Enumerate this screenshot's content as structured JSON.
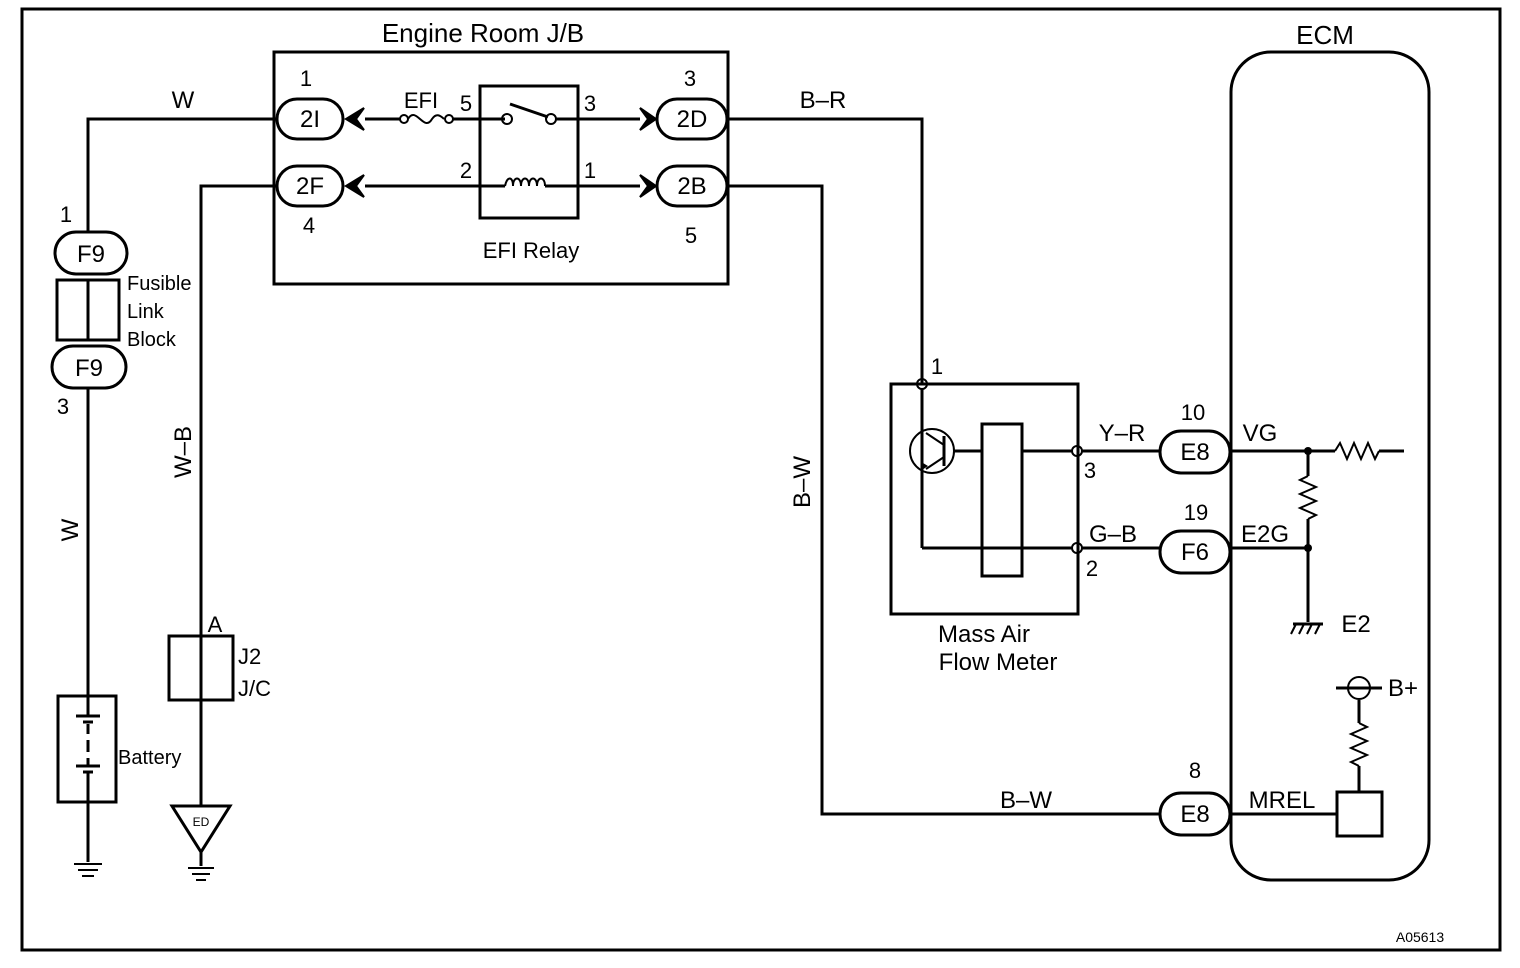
{
  "labels": {
    "engine_room_jb": "Engine Room J/B",
    "ecm": "ECM",
    "efi_relay": "EFI Relay",
    "efi_fuse": "EFI",
    "fusible_link_block": [
      "Fusible",
      "Link",
      "Block"
    ],
    "battery": "Battery",
    "mass_air_flow_meter": [
      "Mass Air",
      "Flow Meter"
    ],
    "jc": [
      "J2",
      "J/C"
    ],
    "jc_pin": "A",
    "ground_ed": "ED",
    "figure_code": "A05613"
  },
  "connectors": {
    "c2i": "2I",
    "c2f": "2F",
    "c2d": "2D",
    "c2b": "2B",
    "f9_top": "F9",
    "f9_bottom": "F9",
    "e8_vg": "E8",
    "f6_e2g": "F6",
    "e8_mrel": "E8"
  },
  "pins": {
    "p2i": "1",
    "p2f": "4",
    "p2d": "3",
    "p2b": "5",
    "relay_in_top": "5",
    "relay_out_top": "3",
    "relay_in_bottom": "2",
    "relay_out_bottom": "1",
    "f9_top": "1",
    "f9_bottom": "3",
    "maf_power": "1",
    "maf_vg": "3",
    "maf_e2g": "2",
    "ecm_vg": "10",
    "ecm_e2g": "19",
    "ecm_mrel": "8"
  },
  "wires": {
    "w_top": "W",
    "w_vertical": "W",
    "wb": "W–B",
    "br": "B–R",
    "bw_vertical": "B–W",
    "bw_bottom": "B–W",
    "yr": "Y–R",
    "gb": "G–B"
  },
  "ecm_terminals": {
    "vg": "VG",
    "e2g": "E2G",
    "e2": "E2",
    "mrel": "MREL",
    "bplus": "B+"
  }
}
